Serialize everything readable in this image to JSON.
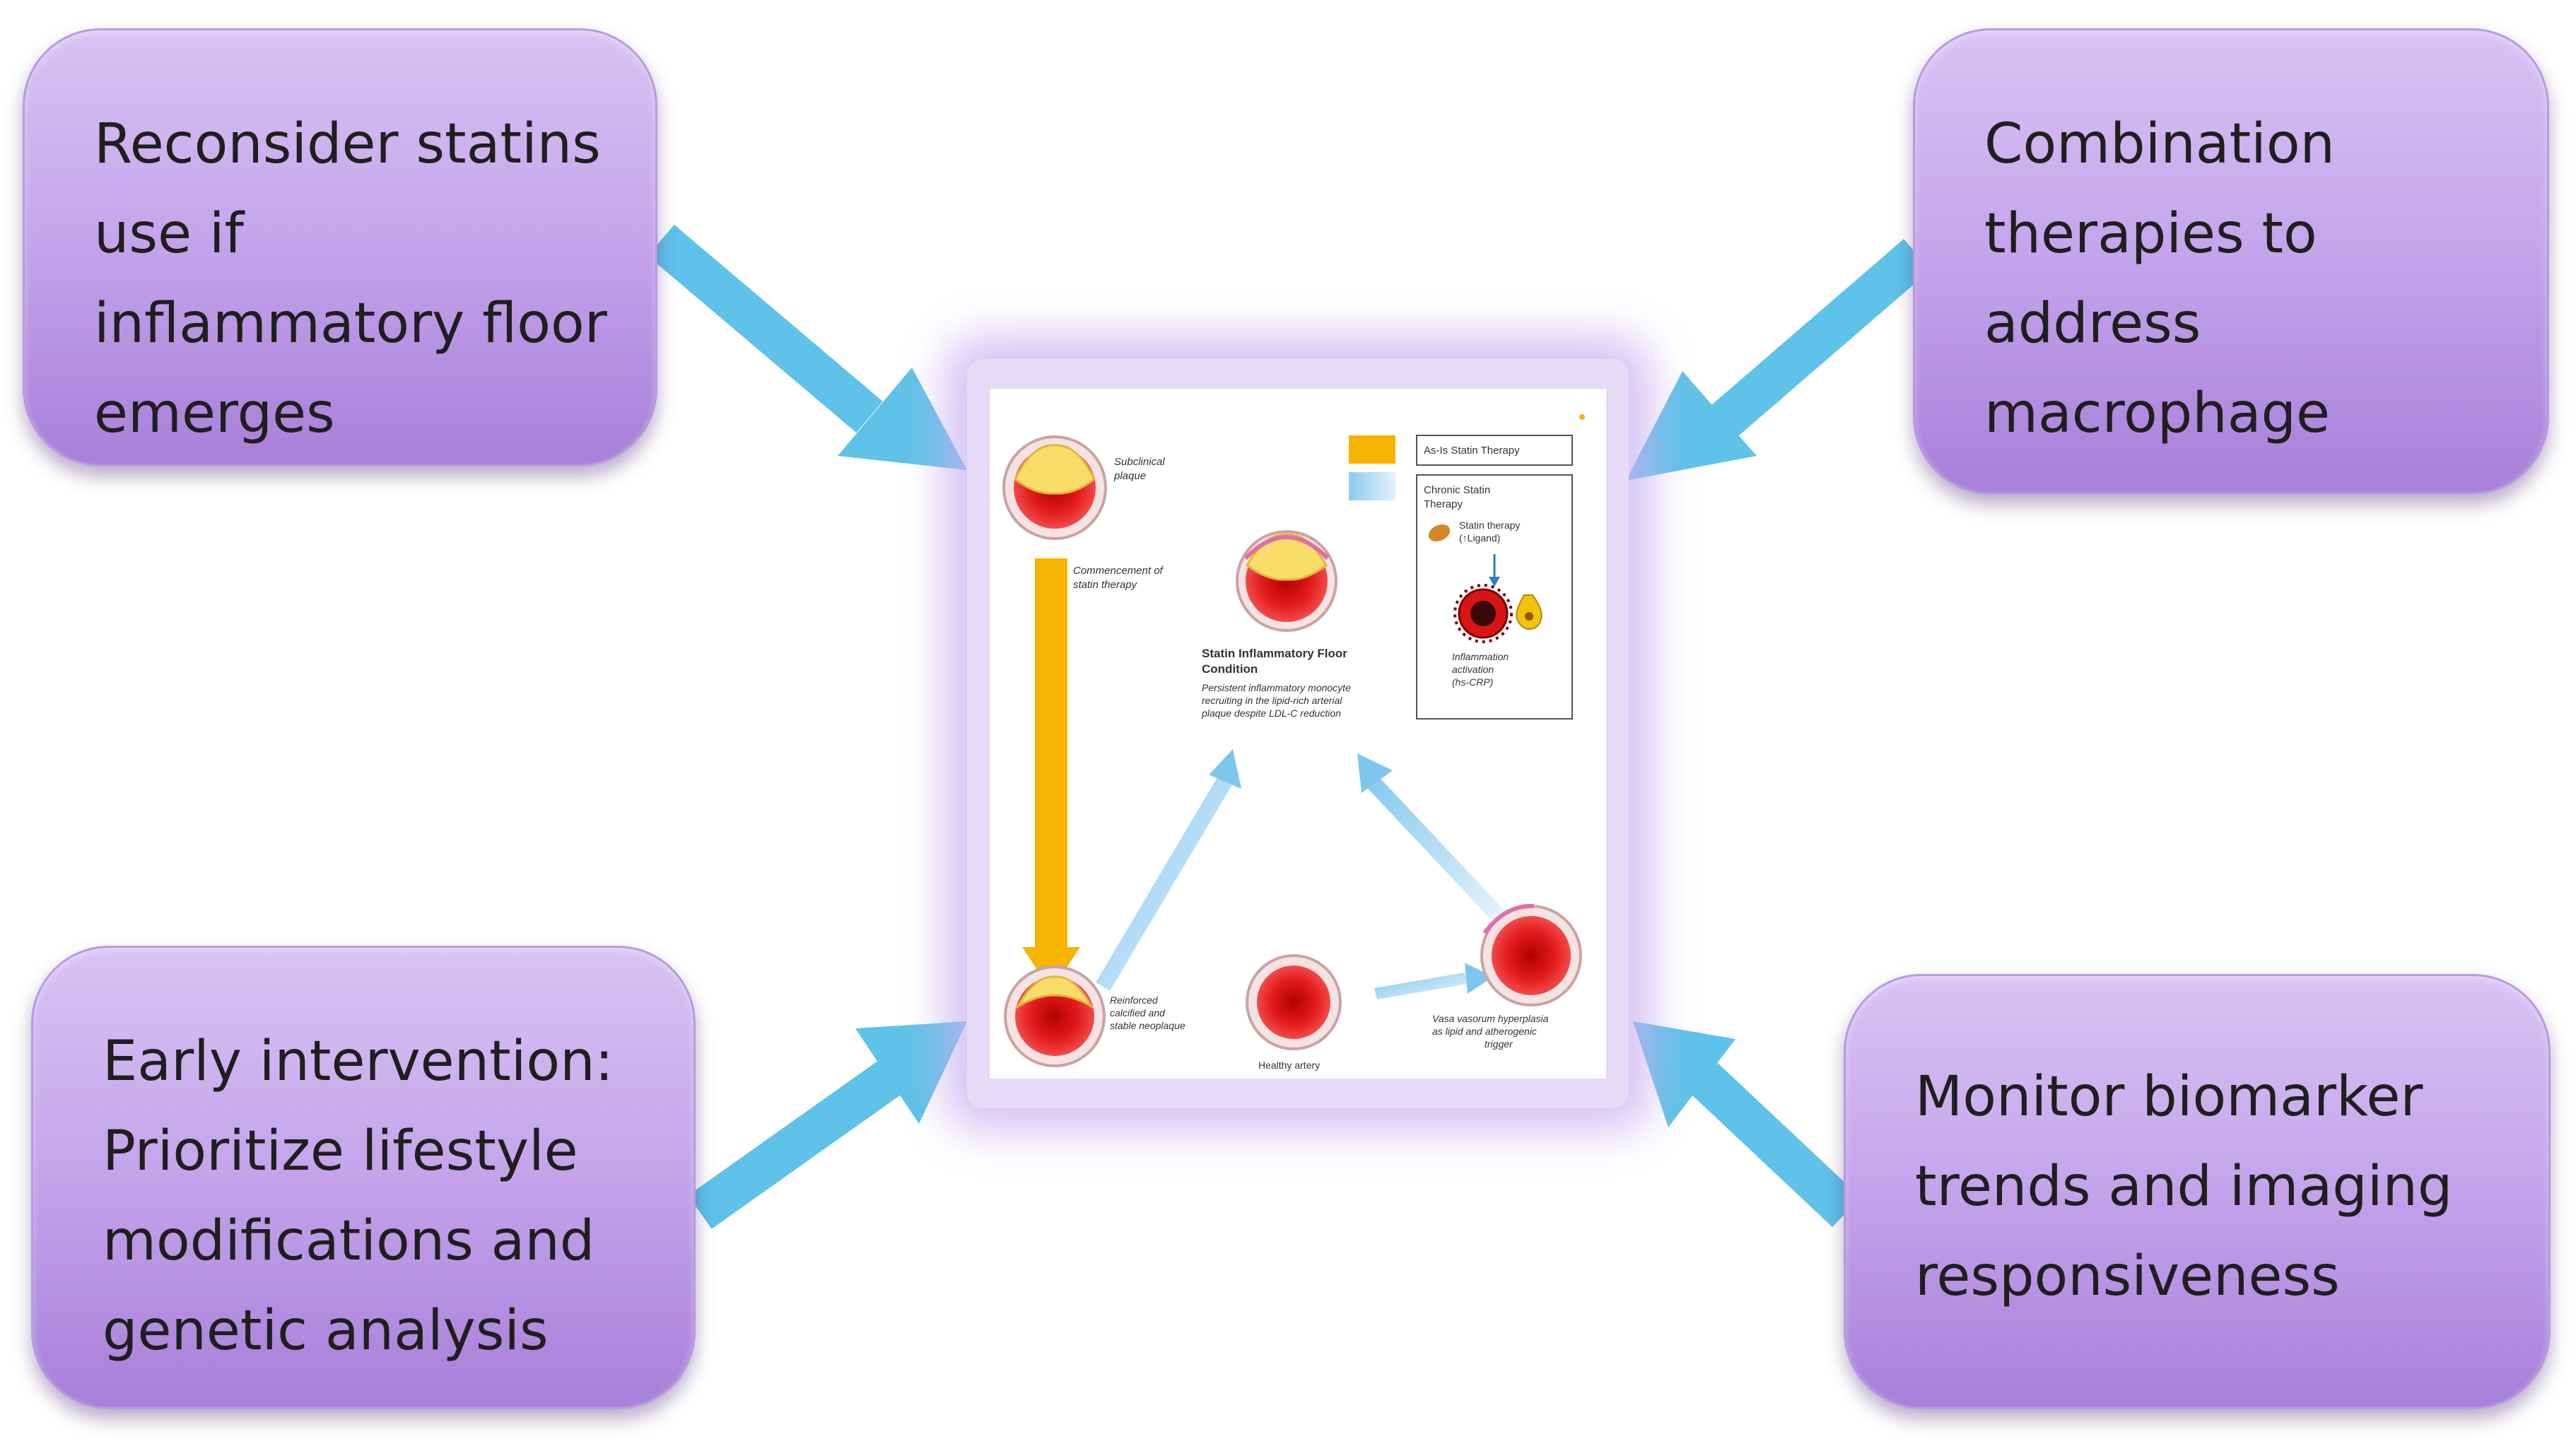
{
  "callouts": {
    "top_left": {
      "lines": [
        "Reconsider statins",
        "use if",
        "inflammatory floor",
        "emerges"
      ]
    },
    "top_right": {
      "lines": [
        "Combination",
        "therapies to",
        "address",
        "macrophage"
      ]
    },
    "bottom_left": {
      "lines": [
        "Early intervention:",
        "Prioritize lifestyle",
        "modifications and",
        "genetic analysis"
      ]
    },
    "bottom_right": {
      "lines": [
        "Monitor biomarker",
        "trends and imaging",
        "responsiveness"
      ]
    }
  },
  "figure": {
    "labels": {
      "subtitle_plaque": [
        "Subclinical",
        "plaque"
      ],
      "commencement": [
        "Commencement of",
        "statin therapy"
      ],
      "center_title": [
        "Statin Inflammatory Floor",
        "Condition"
      ],
      "center_desc": [
        "Persistent inflammatory monocyte",
        "recruiting in the lipid-rich arterial",
        "plaque despite LDL-C reduction"
      ],
      "legend_box": "As-Is Statin Therapy",
      "legend_panel": [
        "Chronic Statin",
        "Therapy"
      ],
      "statin_pill": [
        "Statin therapy",
        "(↑Ligand)"
      ],
      "inflammation": [
        "Inflammation",
        "activation",
        "(hs-CRP)"
      ],
      "bottom_left": [
        "Reinforced",
        "calcified and",
        "stable neoplaque"
      ],
      "healthy": "Healthy artery",
      "bottom_right": [
        "Vasa vasorum hyperplasia",
        "as lipid and atherogenic",
        "trigger"
      ]
    },
    "colors": {
      "callout_top": "#d9c3f3",
      "callout_bottom": "#a87fd9",
      "arrow": "#5fc2e8",
      "timeline_arrow": "#f5b400",
      "lumen_red": "#e02020"
    }
  }
}
